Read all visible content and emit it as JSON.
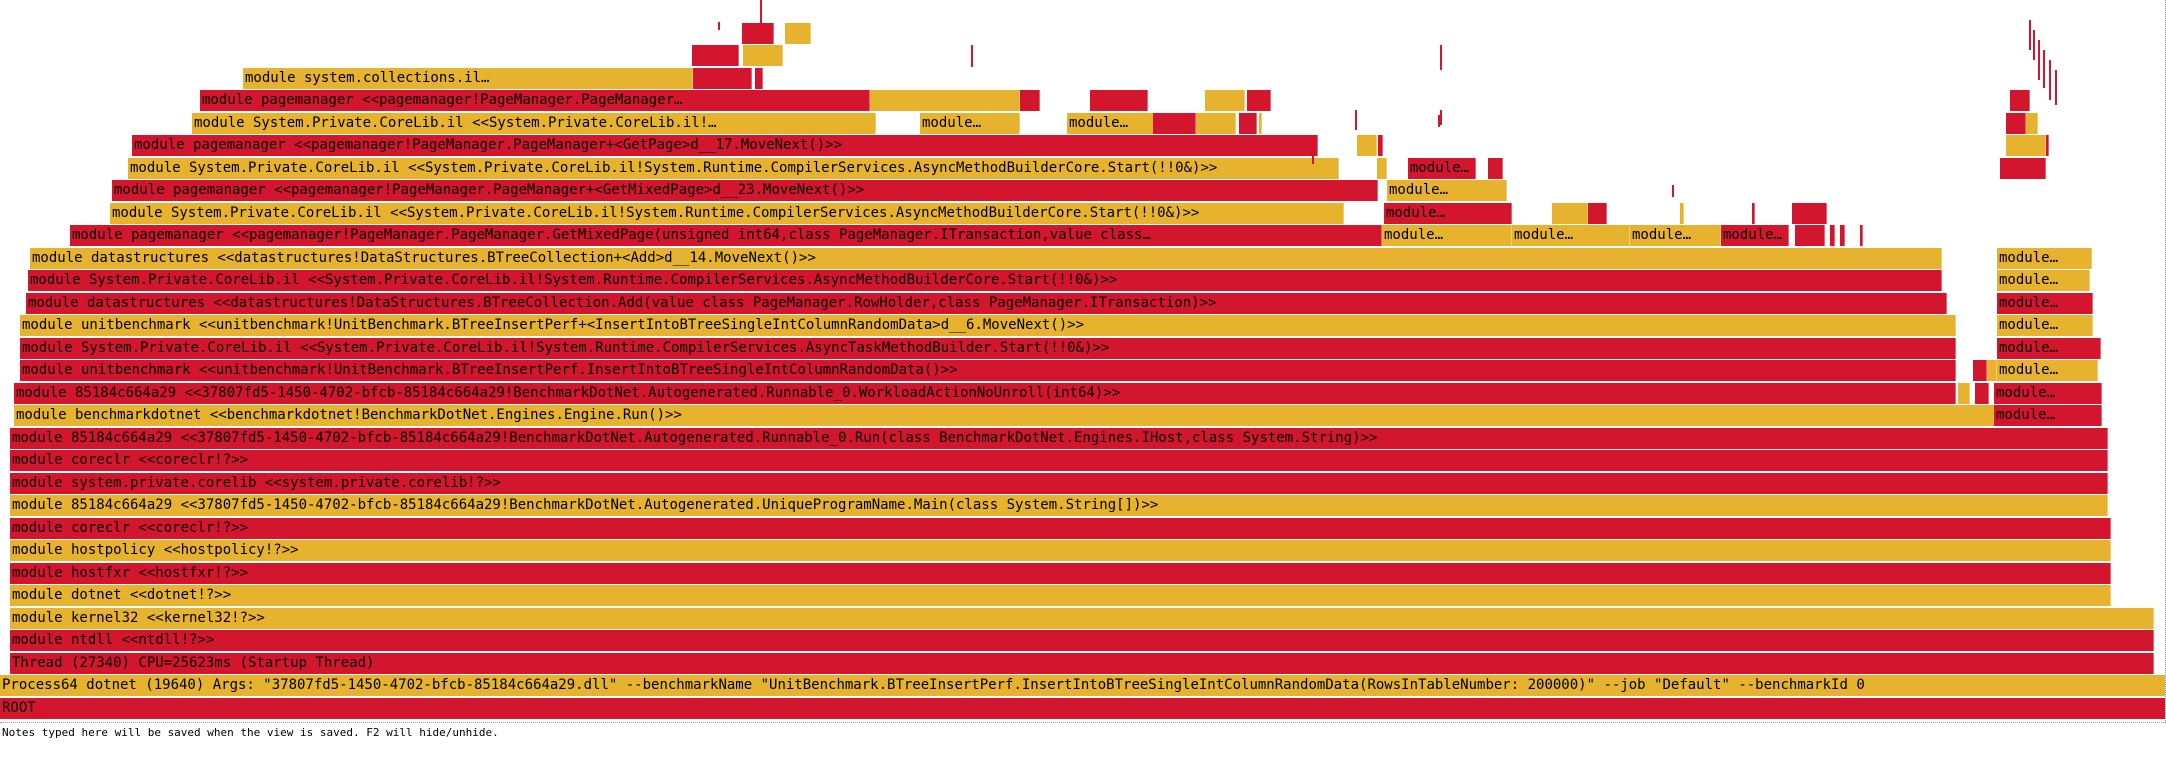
{
  "colors": {
    "red": "#d4152e",
    "yellow": "#e7b22d"
  },
  "notes": {
    "text": "Notes typed here will be saved when the view is saved. F2 will hide/unhide."
  },
  "frames": [
    {
      "label": "ROOT",
      "c": "red"
    },
    {
      "label": "Process64 dotnet (19640) Args:  \"37807fd5-1450-4702-bfcb-85184c664a29.dll\" --benchmarkName \"UnitBenchmark.BTreeInsertPerf.InsertIntoBTreeSingleIntColumnRandomData(RowsInTableNumber: 200000)\" --job \"Default\" --benchmarkId 0",
      "c": "yellow"
    },
    {
      "label": "Thread (27340) CPU=25623ms (Startup Thread)",
      "c": "red"
    },
    {
      "label": "module ntdll <<ntdll!?>>",
      "c": "red"
    },
    {
      "label": "module kernel32 <<kernel32!?>>",
      "c": "yellow"
    },
    {
      "label": "module dotnet <<dotnet!?>>",
      "c": "yellow"
    },
    {
      "label": "module hostfxr <<hostfxr!?>>",
      "c": "red"
    },
    {
      "label": "module hostpolicy <<hostpolicy!?>>",
      "c": "yellow"
    },
    {
      "label": "module coreclr <<coreclr!?>>",
      "c": "red"
    },
    {
      "label": "module 85184c664a29 <<37807fd5-1450-4702-bfcb-85184c664a29!BenchmarkDotNet.Autogenerated.UniqueProgramName.Main(class System.String[])>>",
      "c": "yellow"
    },
    {
      "label": "module system.private.corelib <<system.private.corelib!?>>",
      "c": "red"
    },
    {
      "label": "module coreclr <<coreclr!?>>",
      "c": "red"
    },
    {
      "label": "module 85184c664a29 <<37807fd5-1450-4702-bfcb-85184c664a29!BenchmarkDotNet.Autogenerated.Runnable_0.Run(class BenchmarkDotNet.Engines.IHost,class System.String)>>",
      "c": "red"
    },
    {
      "label": "module benchmarkdotnet <<benchmarkdotnet!BenchmarkDotNet.Engines.Engine.Run()>>",
      "c": "yellow"
    },
    {
      "label": "module 85184c664a29 <<37807fd5-1450-4702-bfcb-85184c664a29!BenchmarkDotNet.Autogenerated.Runnable_0.WorkloadActionNoUnroll(int64)>>",
      "c": "red"
    },
    {
      "label": "module unitbenchmark <<unitbenchmark!UnitBenchmark.BTreeInsertPerf.InsertIntoBTreeSingleIntColumnRandomData()>>",
      "c": "red"
    },
    {
      "label": "module System.Private.CoreLib.il <<System.Private.CoreLib.il!System.Runtime.CompilerServices.AsyncTaskMethodBuilder.Start(!!0&)>>",
      "c": "red"
    },
    {
      "label": "module unitbenchmark <<unitbenchmark!UnitBenchmark.BTreeInsertPerf+<InsertIntoBTreeSingleIntColumnRandomData>d__6.MoveNext()>>",
      "c": "yellow"
    },
    {
      "label": "module datastructures <<datastructures!DataStructures.BTreeCollection.Add(value class PageManager.RowHolder,class PageManager.ITransaction)>>",
      "c": "red"
    },
    {
      "label": "module System.Private.CoreLib.il <<System.Private.CoreLib.il!System.Runtime.CompilerServices.AsyncMethodBuilderCore.Start(!!0&)>>",
      "c": "red"
    },
    {
      "label": "module datastructures <<datastructures!DataStructures.BTreeCollection+<Add>d__14.MoveNext()>>",
      "c": "yellow"
    },
    {
      "label": "module pagemanager <<pagemanager!PageManager.PageManager.GetMixedPage(unsigned int64,class PageManager.ITransaction,value class…",
      "c": "red"
    },
    {
      "label": "module System.Private.CoreLib.il <<System.Private.CoreLib.il!System.Runtime.CompilerServices.AsyncMethodBuilderCore.Start(!!0&)>>",
      "c": "yellow"
    },
    {
      "label": "module pagemanager <<pagemanager!PageManager.PageManager+<GetMixedPage>d__23.MoveNext()>>",
      "c": "red"
    },
    {
      "label": "module System.Private.CoreLib.il <<System.Private.CoreLib.il!System.Runtime.CompilerServices.AsyncMethodBuilderCore.Start(!!0&)>>",
      "c": "yellow"
    },
    {
      "label": "module pagemanager <<pagemanager!PageManager.PageManager+<GetPage>d__17.MoveNext()>>",
      "c": "red"
    },
    {
      "label": "module System.Private.CoreLib.il <<System.Private.CoreLib.il!…",
      "c": "yellow"
    },
    {
      "label": "module pagemanager <<pagemanager!PageManager.PageManager…",
      "c": "red"
    },
    {
      "label": "module system.collections.il…",
      "c": "yellow"
    },
    {
      "label": "module…",
      "c": "yellow"
    },
    {
      "label": "module…",
      "c": "yellow"
    },
    {
      "label": "module…",
      "c": "yellow"
    },
    {
      "label": "module…",
      "c": "red"
    },
    {
      "label": "module…",
      "c": "red"
    },
    {
      "label": "module…",
      "c": "yellow"
    },
    {
      "label": "module…",
      "c": "red"
    },
    {
      "label": "module…",
      "c": "yellow"
    },
    {
      "label": "module…",
      "c": "yellow"
    },
    {
      "label": "module…",
      "c": "red"
    },
    {
      "label": "module…",
      "c": "yellow"
    },
    {
      "label": "module…",
      "c": "red"
    },
    {
      "label": "module…",
      "c": "yellow"
    },
    {
      "label": "module…",
      "c": "red"
    },
    {
      "label": "module…",
      "c": "red"
    },
    {
      "label": "module…",
      "c": "yellow"
    },
    {
      "label": "module…",
      "c": "yellow"
    },
    {
      "label": "",
      "c": "yellow"
    },
    {
      "label": "",
      "c": "red"
    },
    {
      "label": "",
      "c": "yellow"
    },
    {
      "label": "",
      "c": "red"
    },
    {
      "label": "",
      "c": "red"
    },
    {
      "label": "",
      "c": "yellow"
    },
    {
      "label": "",
      "c": "red"
    },
    {
      "label": "",
      "c": "yellow"
    },
    {
      "label": "",
      "c": "red"
    },
    {
      "label": "",
      "c": "red"
    },
    {
      "label": "",
      "c": "yellow"
    },
    {
      "label": "",
      "c": "red"
    },
    {
      "label": "",
      "c": "red"
    },
    {
      "label": "",
      "c": "yellow"
    },
    {
      "label": "",
      "c": "red"
    },
    {
      "label": "",
      "c": "yellow"
    },
    {
      "label": "",
      "c": "red"
    },
    {
      "label": "",
      "c": "yellow"
    },
    {
      "label": "",
      "c": "red"
    },
    {
      "label": "",
      "c": "yellow"
    },
    {
      "label": "",
      "c": "red"
    },
    {
      "label": "",
      "c": "yellow"
    },
    {
      "label": "",
      "c": "red"
    },
    {
      "label": "",
      "c": "red"
    },
    {
      "label": "",
      "c": "yellow"
    },
    {
      "label": "",
      "c": "red"
    },
    {
      "label": "",
      "c": "yellow"
    },
    {
      "label": "",
      "c": "red"
    },
    {
      "label": "",
      "c": "red"
    },
    {
      "label": "",
      "c": "red"
    },
    {
      "label": "",
      "c": "red"
    },
    {
      "label": "",
      "c": "red"
    },
    {
      "label": "",
      "c": "yellow"
    },
    {
      "label": "",
      "c": "red"
    },
    {
      "label": "",
      "c": "red"
    },
    {
      "label": "",
      "c": "yellow"
    },
    {
      "label": "",
      "c": "red"
    },
    {
      "label": "",
      "c": "red"
    }
  ]
}
